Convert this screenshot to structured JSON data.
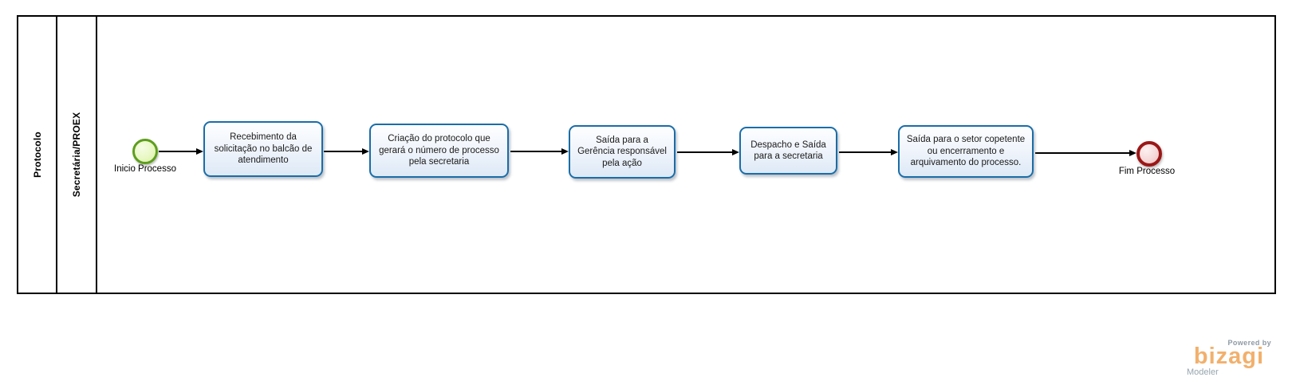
{
  "pool": {
    "label": "Protocolo",
    "lane_label": "Secretária/PROEX"
  },
  "events": {
    "start": {
      "label": "Inicio Processo"
    },
    "end": {
      "label": "Fim Processo"
    }
  },
  "tasks": [
    {
      "label": "Recebimento da solicitação no balcão de atendimento"
    },
    {
      "label": "Criação do protocolo que gerará o número de processo pela secretaria"
    },
    {
      "label": "Saída para a Gerência responsável pela ação"
    },
    {
      "label": "Despacho e Saída para a secretaria"
    },
    {
      "label": "Saída para o setor copetente ou encerramento e arquivamento do processo."
    }
  ],
  "branding": {
    "powered_by": "Powered by",
    "brand": "bizagi",
    "product": "Modeler"
  },
  "colors": {
    "task_border": "#1a6da8",
    "task_fill_bottom": "#dde9f6",
    "start_event_border": "#5e9e1e",
    "start_event_fill": "#e9f8c4",
    "end_event_border": "#9b1717",
    "end_event_fill": "#f6d9d9",
    "flow_line": "#000000",
    "brand_orange": "#f2b06c",
    "brand_gray": "#97a5ae"
  }
}
